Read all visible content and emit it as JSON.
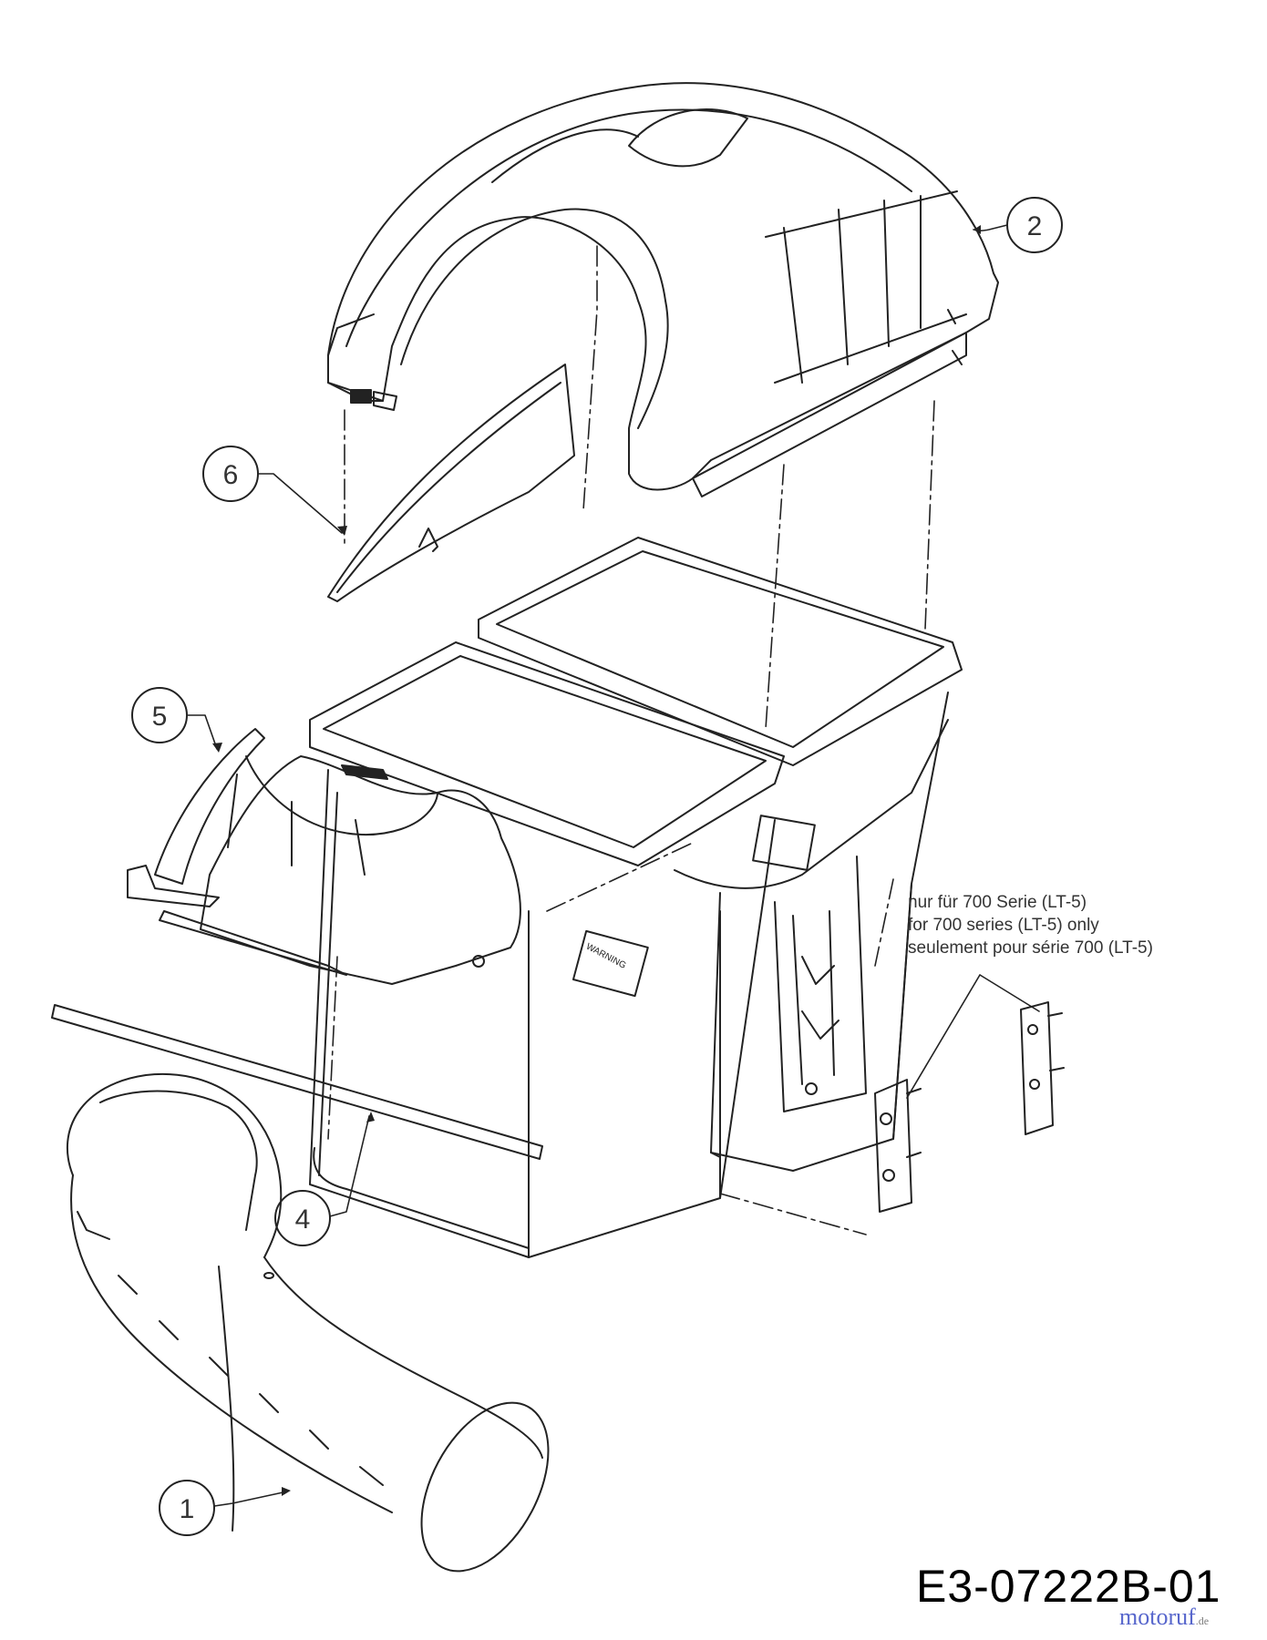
{
  "callouts": [
    {
      "id": "1",
      "label": "1"
    },
    {
      "id": "2",
      "label": "2"
    },
    {
      "id": "4",
      "label": "4"
    },
    {
      "id": "5",
      "label": "5"
    },
    {
      "id": "6",
      "label": "6"
    }
  ],
  "note": {
    "line_de": "nur für 700 Serie (LT-5)",
    "line_en": "for 700 series (LT-5) only",
    "line_fr": "seulement pour série 700 (LT-5)"
  },
  "reference_code": "E3-07222B-01",
  "watermark": {
    "brand": "motoruf",
    "suffix": ".de",
    "color": "#3a4cc4"
  },
  "warning_label_text": "WARNING"
}
